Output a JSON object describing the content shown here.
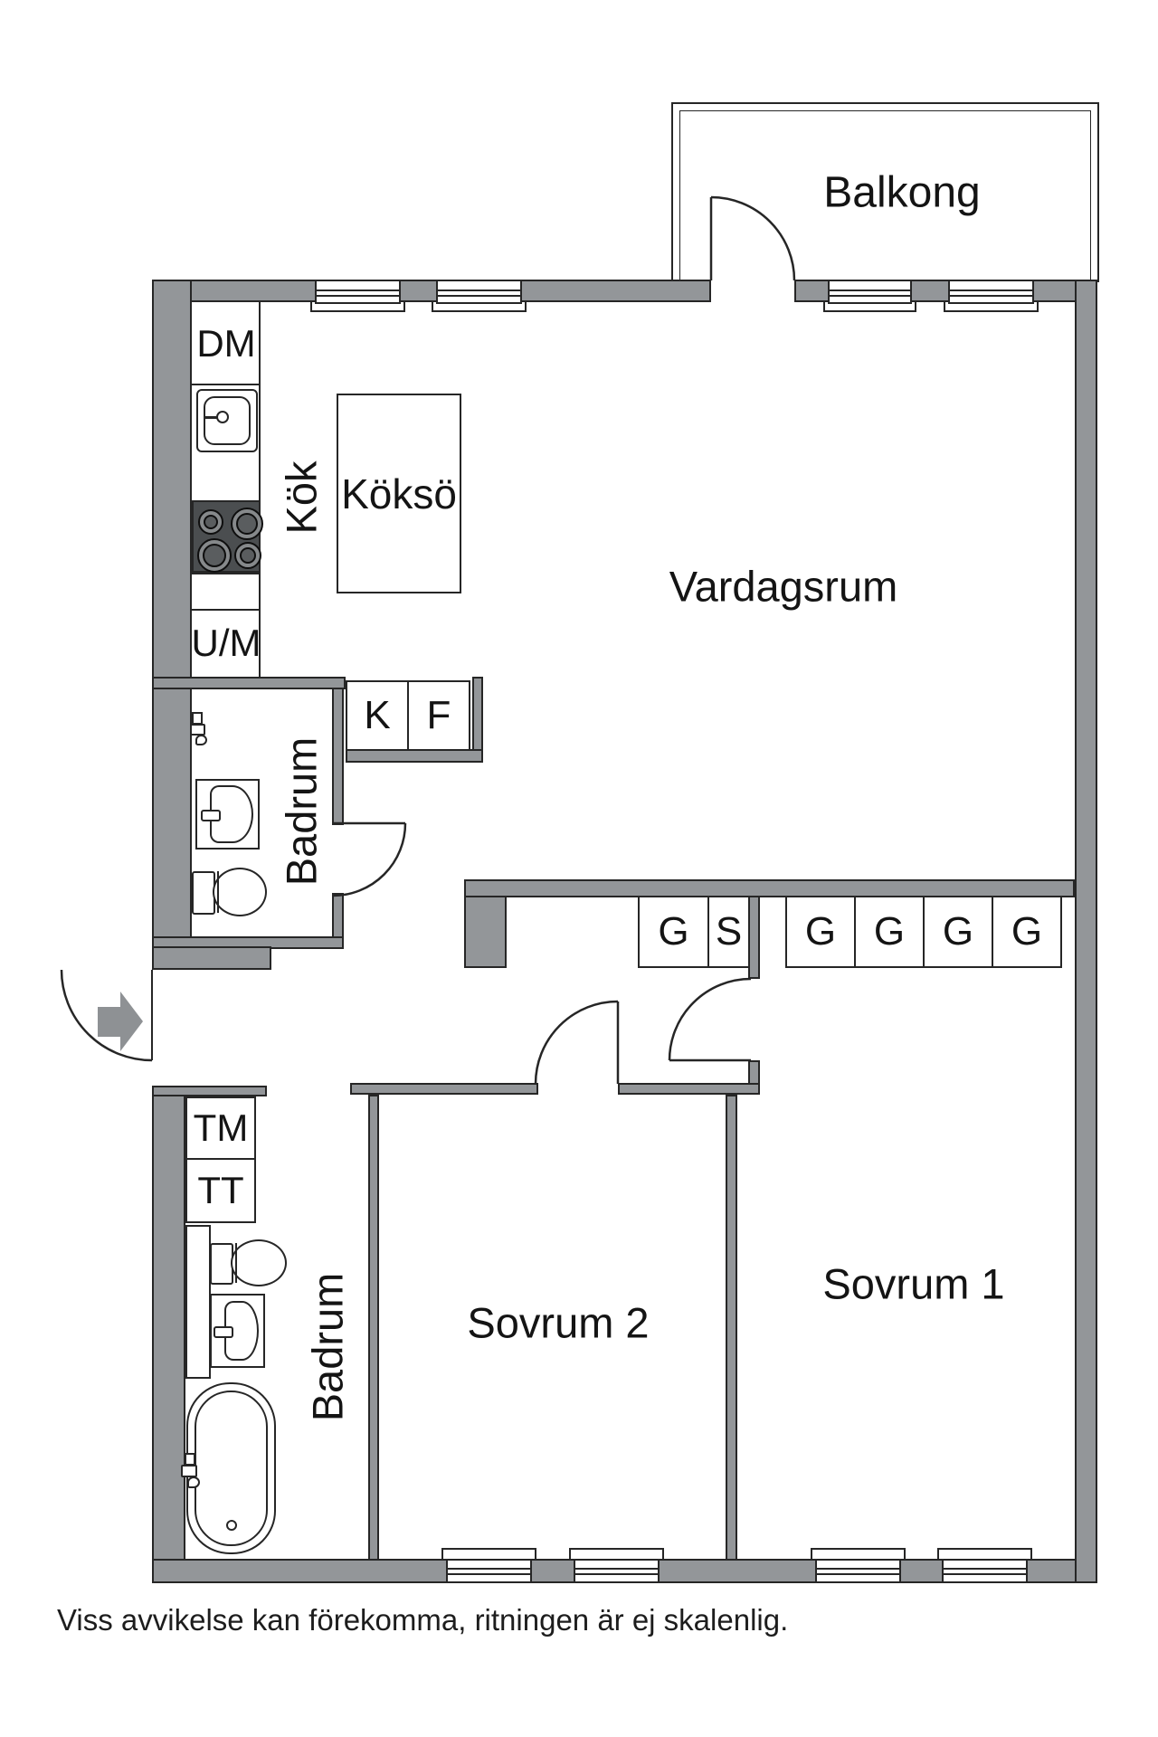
{
  "colors": {
    "wall": "#939699",
    "line": "#262626",
    "stove": "#4b4e50",
    "arrow": "#8e9194"
  },
  "rooms": {
    "balcony": {
      "label": "Balkong"
    },
    "living": {
      "label": "Vardagsrum"
    },
    "kitchen": {
      "label": "Kök"
    },
    "island": {
      "label": "Köksö"
    },
    "bath_top": {
      "label": "Badrum"
    },
    "bath_bottom": {
      "label": "Badrum"
    },
    "bedroom1": {
      "label": "Sovrum 1"
    },
    "bedroom2": {
      "label": "Sovrum 2"
    }
  },
  "appliances": {
    "dishwasher": "DM",
    "oven_micro": "U/M",
    "fridge": "K",
    "freezer": "F",
    "washer": "TM",
    "dryer": "TT"
  },
  "wardrobes": {
    "hall": [
      {
        "label": "G"
      },
      {
        "label": "S"
      }
    ],
    "bedroom1": [
      {
        "label": "G"
      },
      {
        "label": "G"
      },
      {
        "label": "G"
      },
      {
        "label": "G"
      }
    ]
  },
  "footer": {
    "disclaimer": "Viss avvikelse kan förekomma, ritningen är ej skalenlig."
  }
}
